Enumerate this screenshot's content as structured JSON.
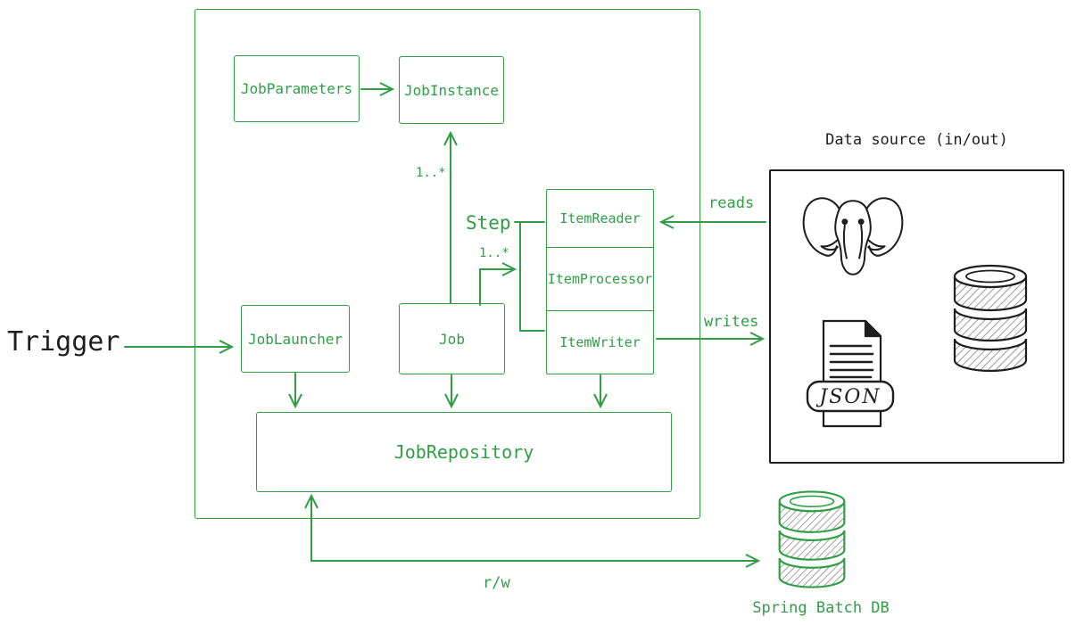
{
  "diagram": {
    "trigger_label": "Trigger",
    "boxes": {
      "job_parameters": "JobParameters",
      "job_instance": "JobInstance",
      "job_launcher": "JobLauncher",
      "job": "Job",
      "job_repository": "JobRepository"
    },
    "step": {
      "label": "Step",
      "items": [
        "ItemReader",
        "ItemProcessor",
        "ItemWriter"
      ]
    },
    "edge_labels": {
      "instance_multiplicity": "1..*",
      "step_multiplicity": "1..*",
      "reads": "reads",
      "writes": "writes",
      "read_write": "r/w"
    },
    "data_source": {
      "title": "Data source (in/out)",
      "json_file_badge": "JSON",
      "icons": [
        "postgresql-elephant-icon",
        "database-cylinder-icon",
        "json-file-icon"
      ]
    },
    "spring_batch_db_label": "Spring Batch DB",
    "colors": {
      "diagram_green": "#2f9e44",
      "ink_black": "#1e1e1e"
    }
  }
}
